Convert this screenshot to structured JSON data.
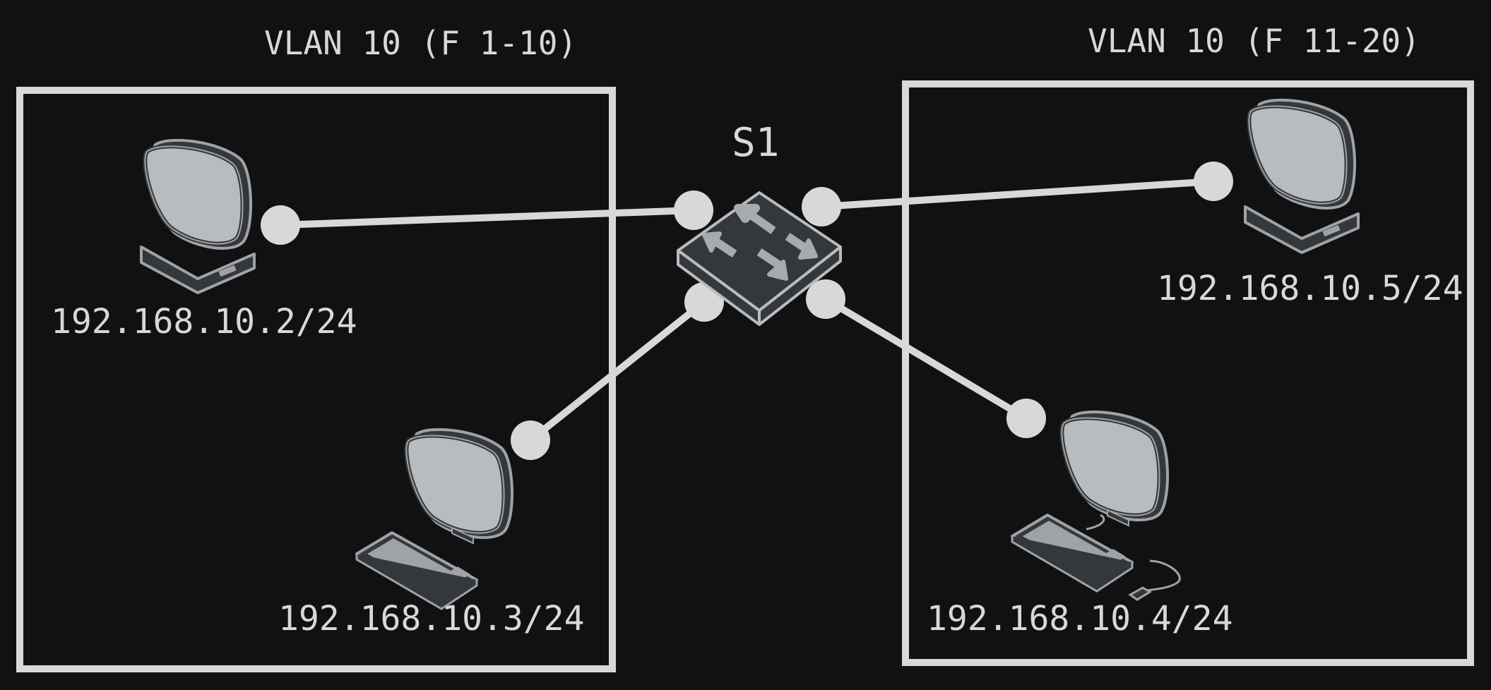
{
  "vlans": [
    {
      "label": "VLAN 10 (F 1-10)"
    },
    {
      "label": "VLAN 10 (F 11-20)"
    }
  ],
  "switch": {
    "label": "S1",
    "icon": "network-switch-icon"
  },
  "hosts": [
    {
      "ip": "192.168.10.2/24",
      "icon": "monitor-icon"
    },
    {
      "ip": "192.168.10.3/24",
      "icon": "desktop-computer-icon"
    },
    {
      "ip": "192.168.10.5/24",
      "icon": "monitor-icon"
    },
    {
      "ip": "192.168.10.4/24",
      "icon": "desktop-computer-icon"
    }
  ],
  "links": [
    {
      "from": "S1",
      "to": "192.168.10.2/24"
    },
    {
      "from": "S1",
      "to": "192.168.10.3/24"
    },
    {
      "from": "S1",
      "to": "192.168.10.5/24"
    },
    {
      "from": "S1",
      "to": "192.168.10.4/24"
    }
  ],
  "colors": {
    "background": "#111111",
    "line": "#d8d8d8",
    "device_body": "#34373b",
    "device_screen": "#b9bcbf",
    "device_outline": "#9fa3a7"
  }
}
